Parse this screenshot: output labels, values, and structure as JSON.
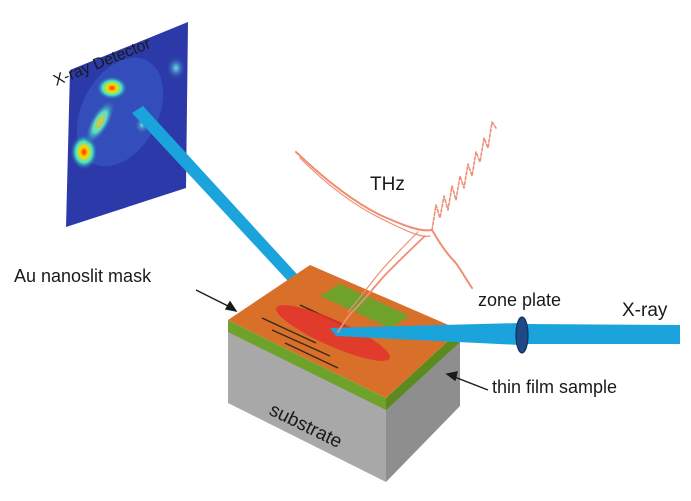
{
  "labels": {
    "xray_detector": "X-ray Detector",
    "thz": "THz",
    "au_mask": "Au nanoslit mask",
    "zone_plate": "zone plate",
    "xray": "X-ray",
    "thin_film": "thin film sample",
    "substrate": "substrate"
  },
  "colors": {
    "beam": "#1ba3dc",
    "mask_top": "#d9702a",
    "film": "#6fa22a",
    "substrate": "#a8a8a8",
    "thz_pulse": "#ee8f75",
    "focus_spot": "#e0312b",
    "detector_bg": "#2b3aa8"
  }
}
